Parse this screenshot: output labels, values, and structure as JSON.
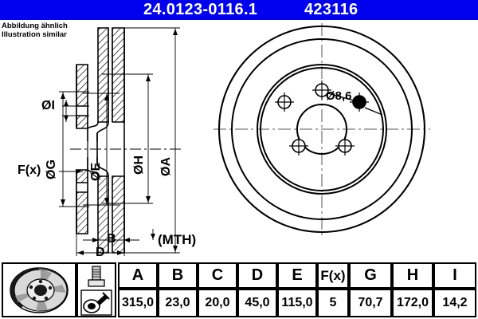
{
  "header": {
    "part_number": "24.0123-0116.1",
    "article_number": "423116",
    "background_color": "#0000ee",
    "text_color": "#ffffff"
  },
  "caption": {
    "line_de": "Abbildung ähnlich",
    "line_en": "Illustration similar"
  },
  "drawing": {
    "section_view": {
      "dimension_labels": [
        {
          "key": "I",
          "text": "ØI",
          "orientation": "horizontal"
        },
        {
          "key": "G",
          "text": "ØG",
          "orientation": "vertical"
        },
        {
          "key": "E",
          "text": "ØE",
          "orientation": "vertical"
        },
        {
          "key": "H",
          "text": "ØH",
          "orientation": "vertical"
        },
        {
          "key": "A",
          "text": "ØA",
          "orientation": "vertical"
        },
        {
          "key": "F",
          "text": "F(x)",
          "orientation": "horizontal"
        },
        {
          "key": "B",
          "text": "B",
          "orientation": "horizontal"
        },
        {
          "key": "D",
          "text": "D",
          "orientation": "horizontal"
        }
      ],
      "note": "(MTH)"
    },
    "front_view": {
      "bolt_hole_label": "Ø8,6",
      "bolt_hole_count": 5
    }
  },
  "table": {
    "headers": [
      "A",
      "B",
      "C",
      "D",
      "E",
      "F(x)",
      "G",
      "H",
      "I"
    ],
    "values": [
      "315,0",
      "23,0",
      "20,0",
      "45,0",
      "115,0",
      "5",
      "70,7",
      "172,0",
      "14,2"
    ],
    "icons": {
      "disc_photo": "brake-disc-photo",
      "bolt": "bolt-icon",
      "hub_tool": "hub-tool-icon"
    }
  }
}
